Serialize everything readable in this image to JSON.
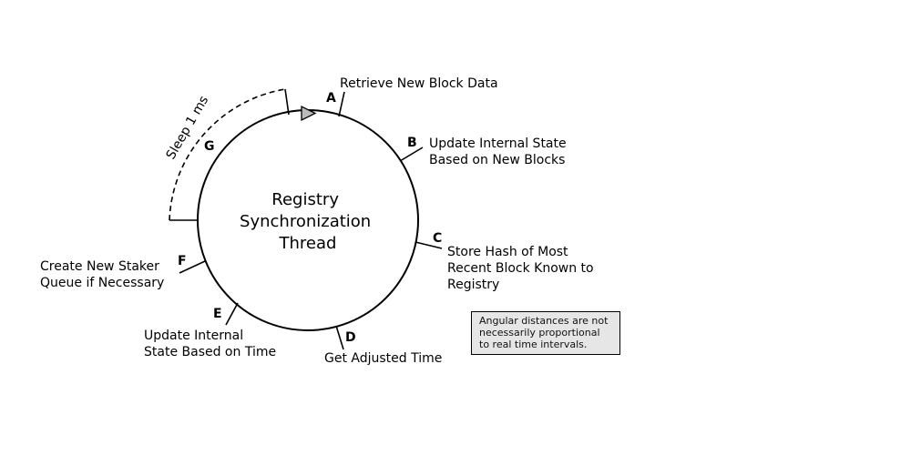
{
  "center": {
    "lines": [
      "Registry",
      "Synchronization",
      "Thread"
    ]
  },
  "steps": [
    {
      "letter": "A",
      "lines": [
        "Retrieve New Block Data"
      ]
    },
    {
      "letter": "B",
      "lines": [
        "Update Internal State",
        "Based on New Blocks"
      ]
    },
    {
      "letter": "C",
      "lines": [
        "Store Hash of Most",
        "Recent Block Known to",
        "Registry"
      ]
    },
    {
      "letter": "D",
      "lines": [
        "Get Adjusted Time"
      ]
    },
    {
      "letter": "E",
      "lines": [
        "Update Internal",
        "State Based on Time"
      ]
    },
    {
      "letter": "F",
      "lines": [
        "Create New Staker",
        "Queue if Necessary"
      ]
    },
    {
      "letter": "G",
      "lines": []
    }
  ],
  "sleep": {
    "label": "Sleep 1 ms"
  },
  "note": {
    "text": "Angular distances are not necessarily proportional to real time intervals."
  },
  "colors": {
    "stroke": "#000000",
    "note_bg": "#e6e6e6",
    "arrow_fill": "#bbbbbb"
  }
}
